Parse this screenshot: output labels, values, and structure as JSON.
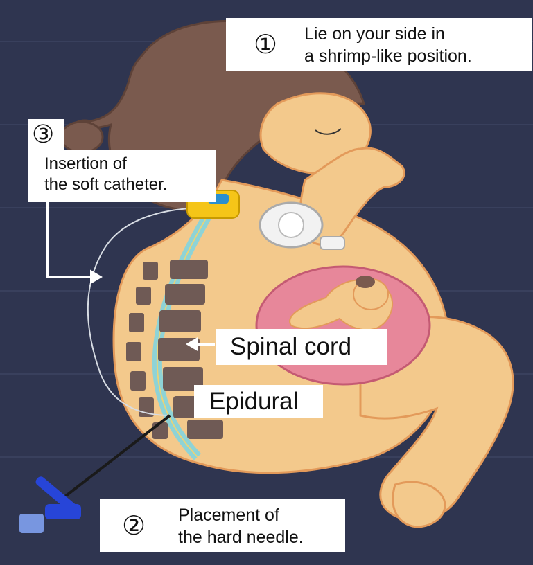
{
  "colors": {
    "background": "#2f3550",
    "skin": "#f3c98c",
    "hair": "#7a5a4e",
    "vertebra": "#6f5a55",
    "spinal_cord": "#8ed3d6",
    "uterus": "#e7879a",
    "needle_hub": "#2745d8",
    "filter_yellow": "#f5c518",
    "arrow": "#ffffff"
  },
  "steps": {
    "step1": {
      "number": "①",
      "line1": "Lie on your side in",
      "line2": "a  shrimp-like position."
    },
    "step2": {
      "number": "②",
      "line1": "Placement of",
      "line2": "the hard needle."
    },
    "step3": {
      "number": "③",
      "line1": "Insertion of",
      "line2": "the soft catheter."
    }
  },
  "labels": {
    "spinal_cord": "Spinal cord",
    "epidural": "Epidural"
  }
}
